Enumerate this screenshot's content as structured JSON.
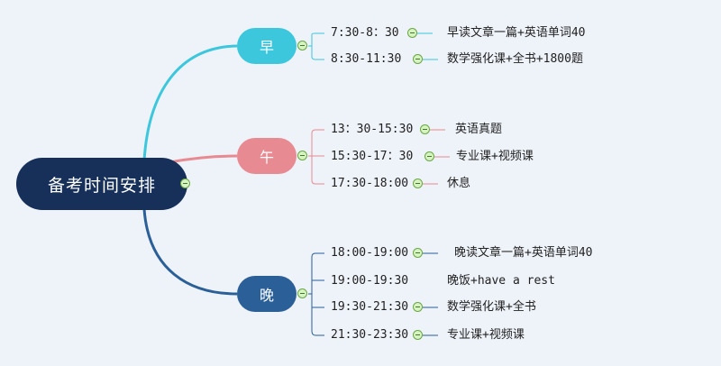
{
  "root": {
    "label": "备考时间安排"
  },
  "branches": [
    {
      "label": "早",
      "color": "#3cc7dd",
      "items": [
        {
          "time": "7:30-8：30",
          "task": "早读文章一篇+英语单词40"
        },
        {
          "time": "8:30-11:30",
          "task": "数学强化课+全书+1800题"
        }
      ]
    },
    {
      "label": "午",
      "color": "#e88a92",
      "items": [
        {
          "time": "13：30-15:30",
          "task": "英语真题"
        },
        {
          "time": "15:30-17：30",
          "task": "专业课+视频课"
        },
        {
          "time": "17:30-18:00",
          "task": "休息"
        }
      ]
    },
    {
      "label": "晚",
      "color": "#2a5f98",
      "items": [
        {
          "time": "18:00-19:00",
          "task": "晚读文章一篇+英语单词40"
        },
        {
          "time": "19:00-19:30",
          "task": "晚饭+have a rest"
        },
        {
          "time": "19:30-21:30",
          "task": "数学强化课+全书"
        },
        {
          "time": "21:30-23:30",
          "task": "专业课+视频课"
        }
      ]
    }
  ]
}
